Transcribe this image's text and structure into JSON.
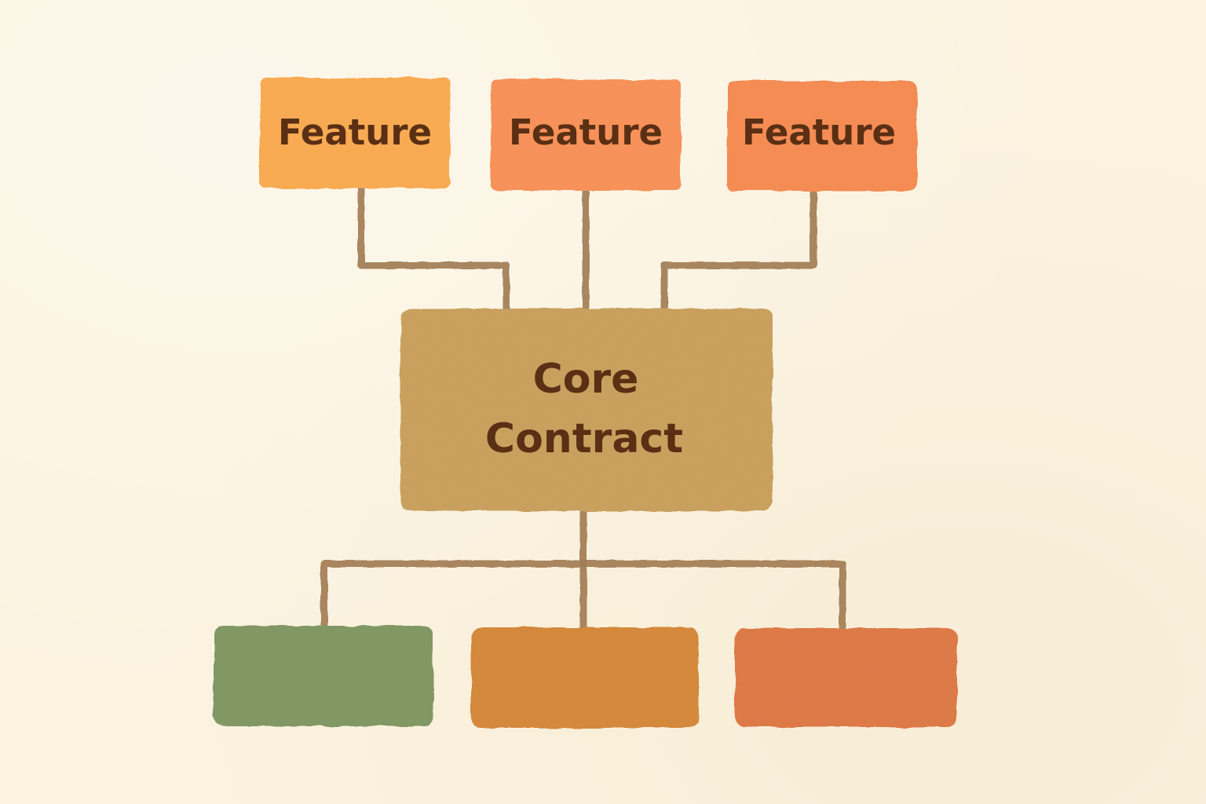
{
  "diagram": {
    "features": [
      {
        "label": "Feature",
        "color": "#f8ab52"
      },
      {
        "label": "Feature",
        "color": "#f6925a"
      },
      {
        "label": "Feature",
        "color": "#f48c55"
      }
    ],
    "core": {
      "line1": "Core",
      "line2": "Contract",
      "color": "#c9a05e"
    },
    "bottom_boxes": [
      {
        "color": "#829865"
      },
      {
        "color": "#d4893e"
      },
      {
        "color": "#dd7a48"
      }
    ],
    "connector_color": "#a07a52",
    "text_color": "#5a2f14"
  }
}
